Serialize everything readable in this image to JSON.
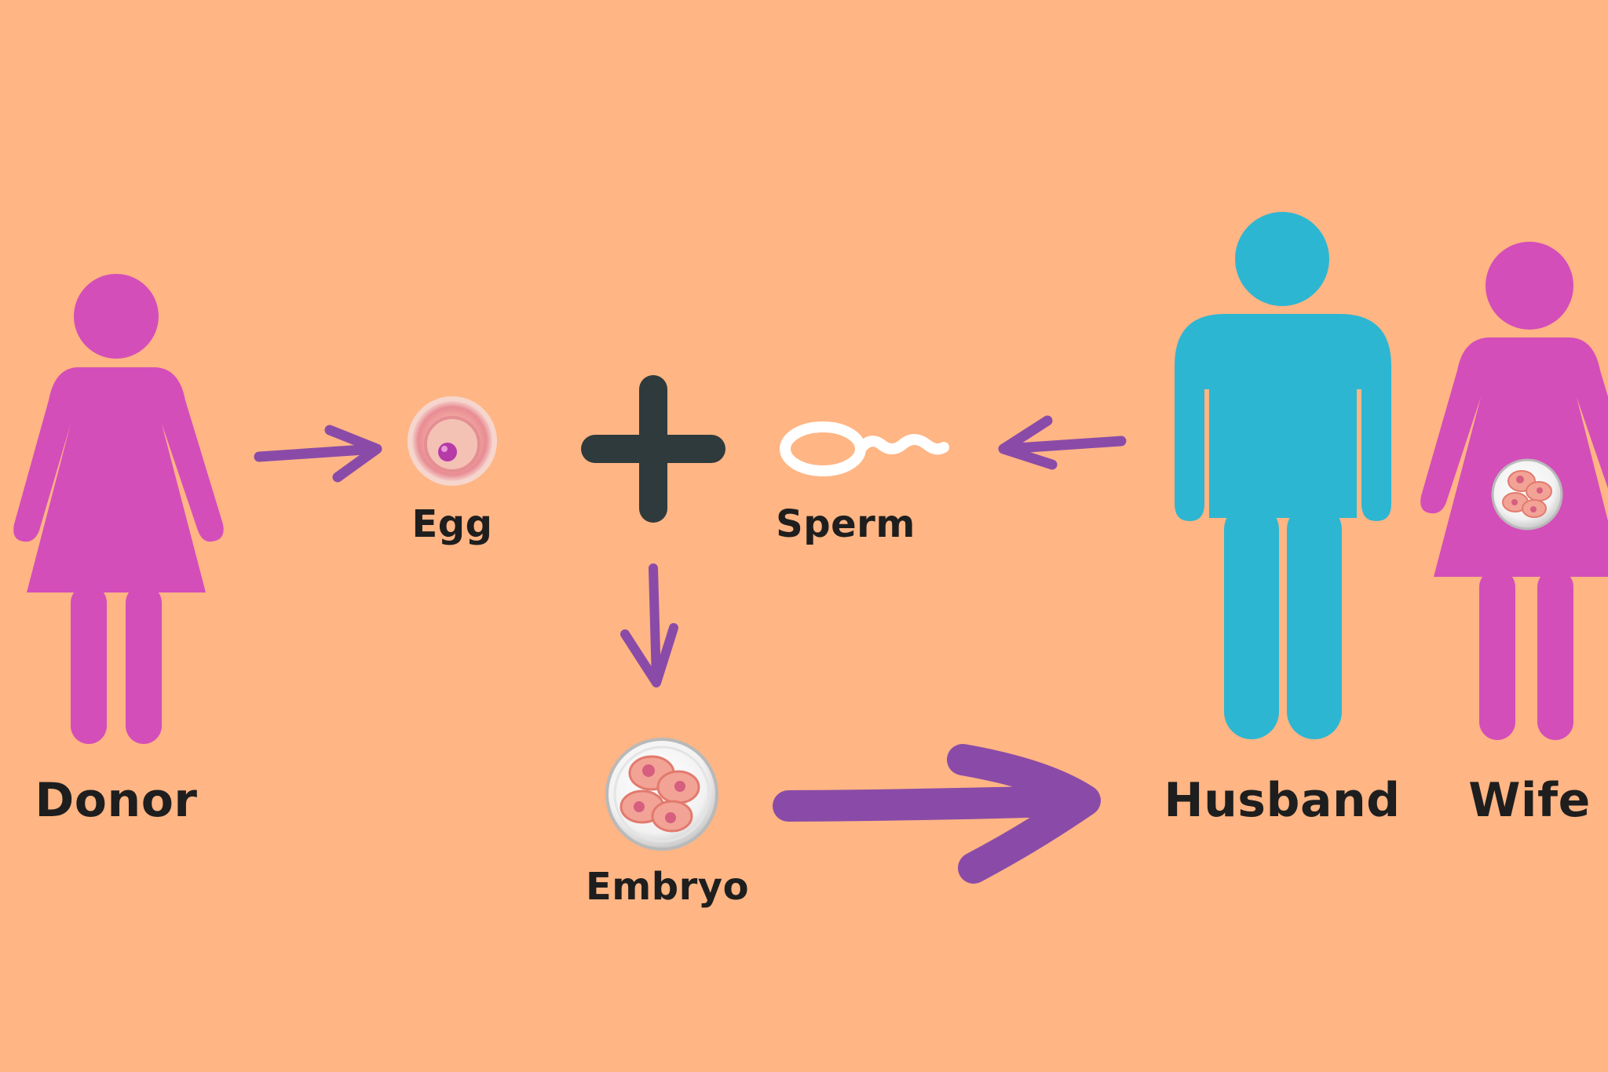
{
  "labels": {
    "donor": "Donor",
    "egg": "Egg",
    "sperm": "Sperm",
    "embryo": "Embryo",
    "husband": "Husband",
    "wife": "Wife"
  },
  "icons": {
    "donor": "female-person-icon",
    "egg": "egg-cell-icon",
    "plus": "plus-icon",
    "sperm": "sperm-cell-icon",
    "embryo": "embryo-dish-icon",
    "husband": "male-person-icon",
    "wife": "pregnant-female-person-icon"
  },
  "colors": {
    "background": "#FFB584",
    "female": "#D44EB9",
    "male": "#2DB6D2",
    "arrow": "#8A4BA8",
    "plus": "#2F3A3C",
    "text": "#1E1E1E"
  }
}
